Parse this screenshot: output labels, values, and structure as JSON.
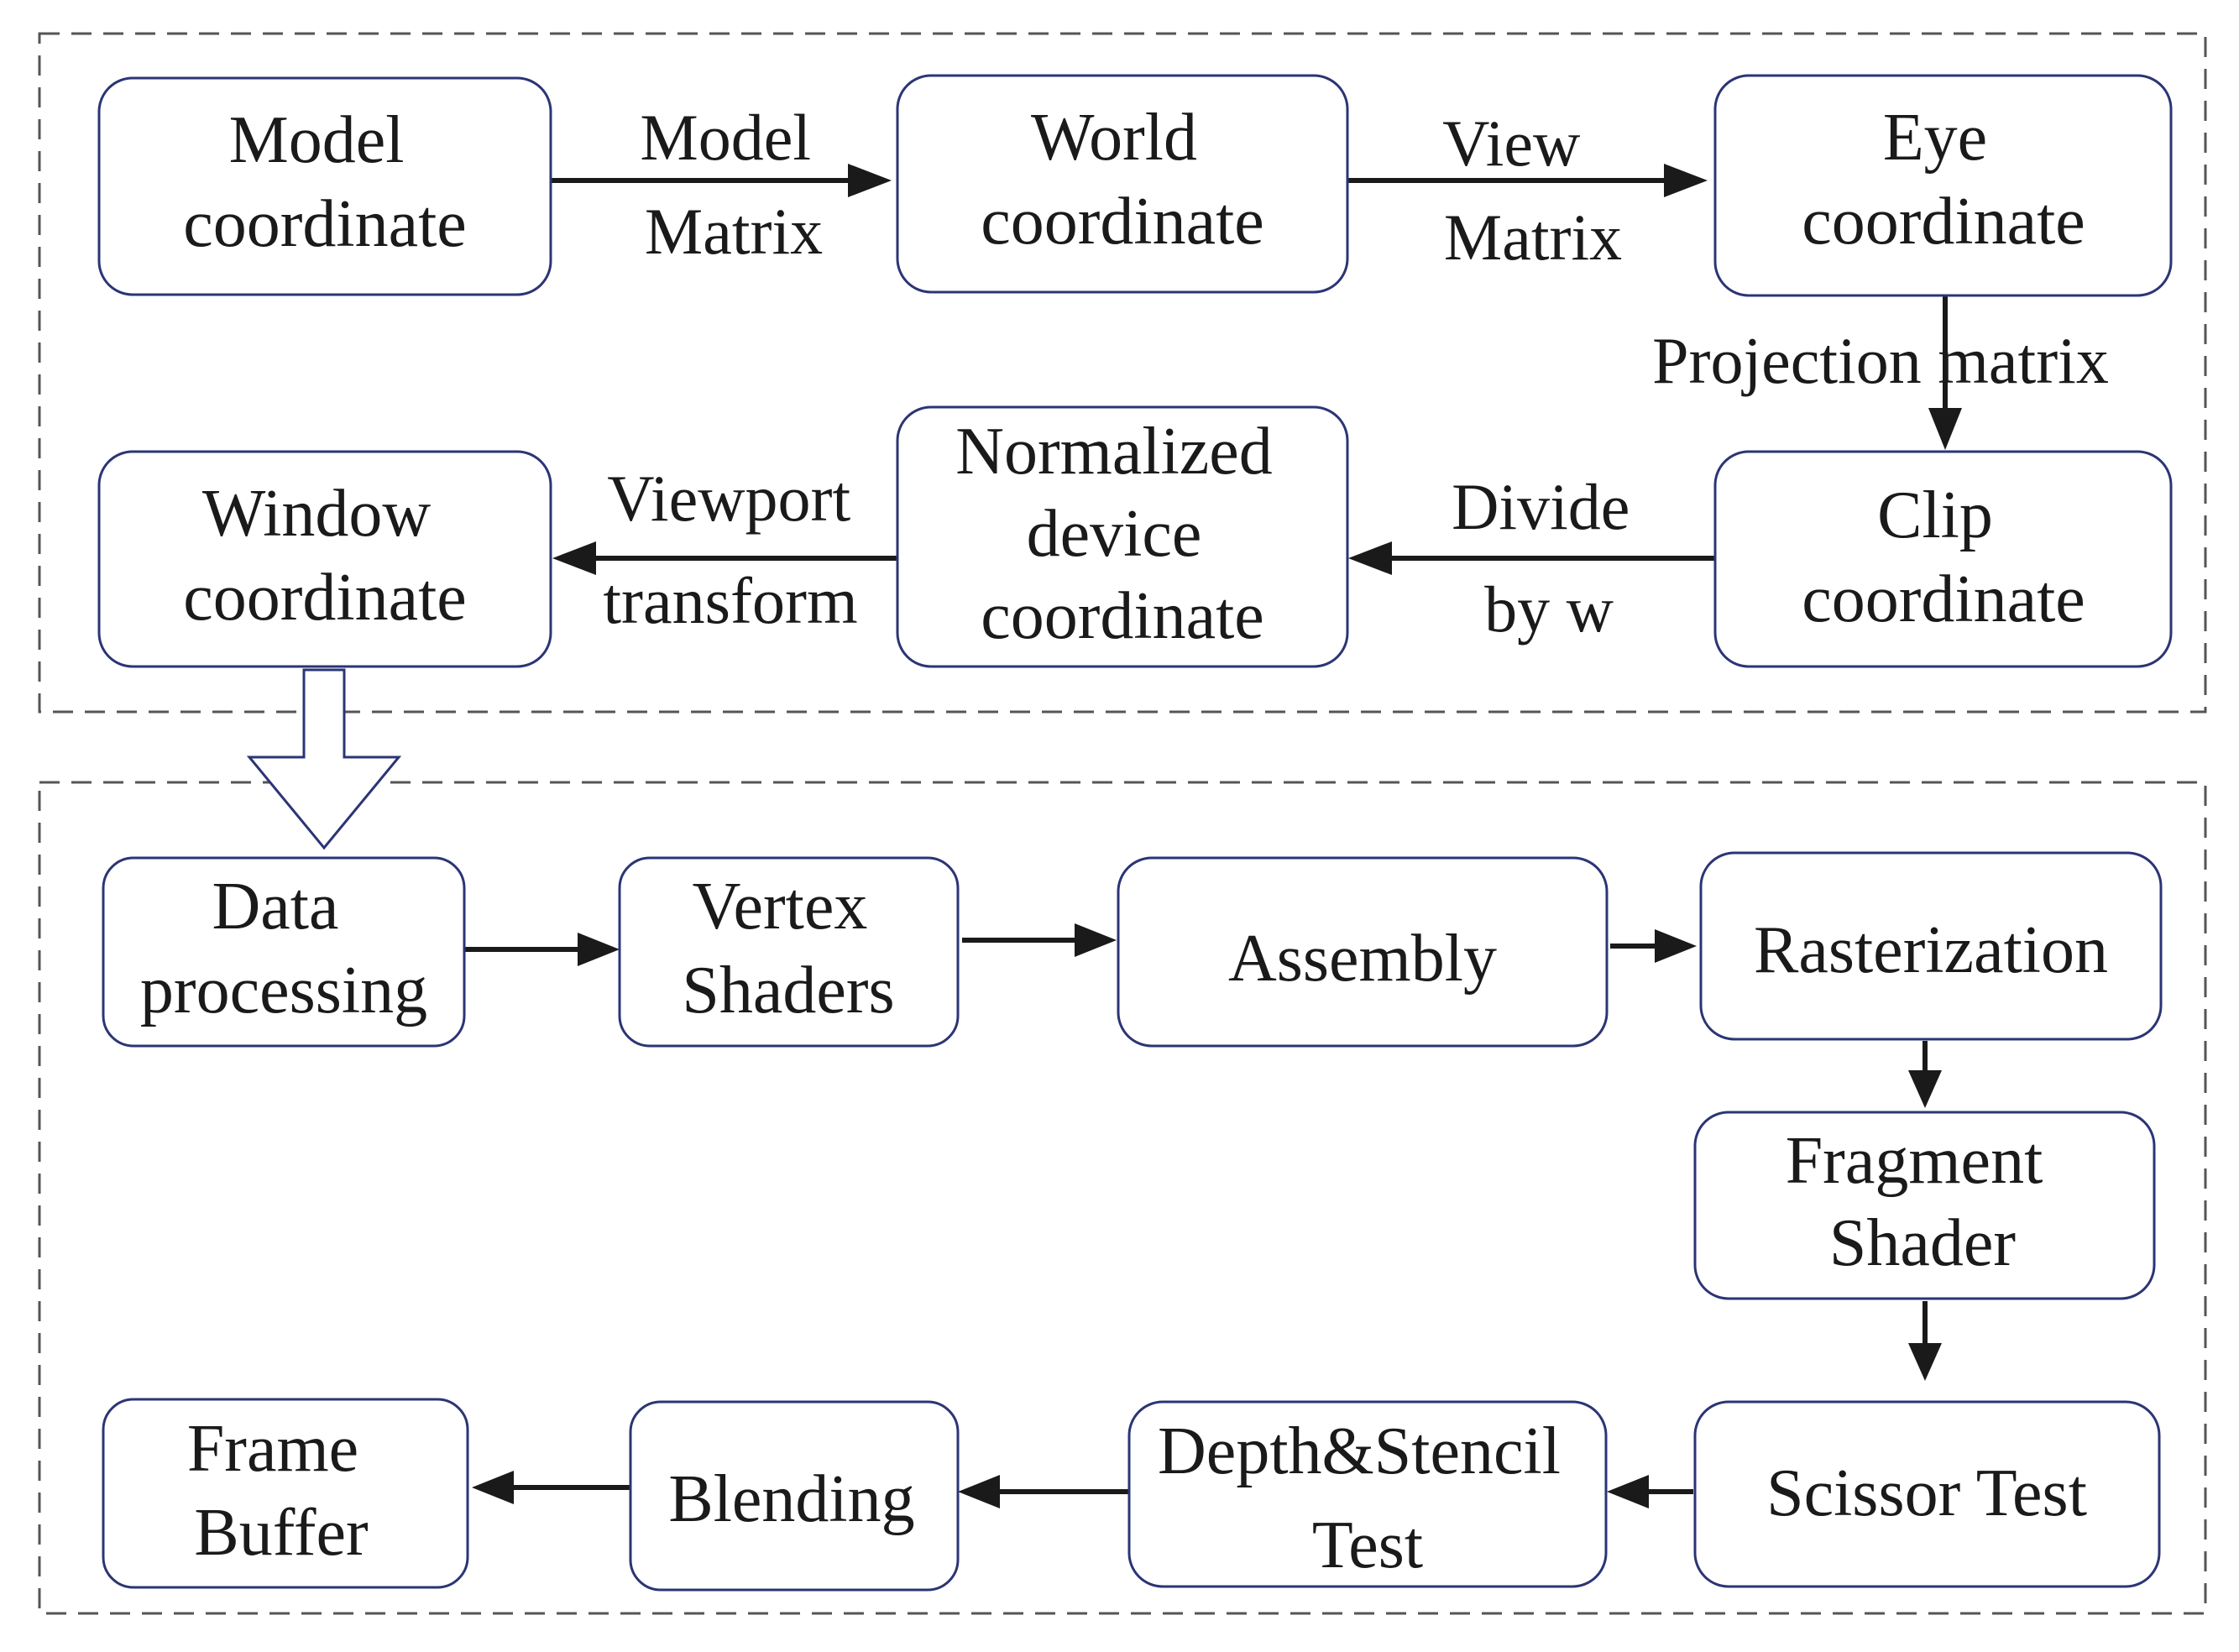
{
  "nodes": [
    {
      "id": "model-coordinate",
      "lines": [
        "Model",
        "coordinate"
      ]
    },
    {
      "id": "world-coordinate",
      "lines": [
        "World",
        "coordinate"
      ]
    },
    {
      "id": "eye-coordinate",
      "lines": [
        "Eye",
        "coordinate"
      ]
    },
    {
      "id": "clip-coordinate",
      "lines": [
        "Clip",
        "coordinate"
      ]
    },
    {
      "id": "normalized-device-coordinate",
      "lines": [
        "Normalized",
        "device",
        "coordinate"
      ]
    },
    {
      "id": "window-coordinate",
      "lines": [
        "Window",
        "coordinate"
      ]
    },
    {
      "id": "data-processing",
      "lines": [
        "Data",
        "processing"
      ]
    },
    {
      "id": "vertex-shaders",
      "lines": [
        "Vertex",
        "Shaders"
      ]
    },
    {
      "id": "assembly",
      "lines": [
        "Assembly"
      ]
    },
    {
      "id": "rasterization",
      "lines": [
        "Rasterization"
      ]
    },
    {
      "id": "fragment-shader",
      "lines": [
        "Fragment",
        "Shader"
      ]
    },
    {
      "id": "scissor-test",
      "lines": [
        "Scissor Test"
      ]
    },
    {
      "id": "depth-stencil-test",
      "lines": [
        "Depth&Stencil",
        "Test"
      ]
    },
    {
      "id": "blending",
      "lines": [
        "Blending"
      ]
    },
    {
      "id": "frame-buffer",
      "lines": [
        "Frame",
        "Buffer"
      ]
    }
  ],
  "edges": [
    {
      "id": "model-to-world",
      "from": "model-coordinate",
      "to": "world-coordinate",
      "label_lines": [
        "Model",
        "Matrix"
      ]
    },
    {
      "id": "world-to-eye",
      "from": "world-coordinate",
      "to": "eye-coordinate",
      "label_lines": [
        "View",
        "Matrix"
      ]
    },
    {
      "id": "eye-to-clip",
      "from": "eye-coordinate",
      "to": "clip-coordinate",
      "label_lines": [
        "Projection matrix"
      ]
    },
    {
      "id": "clip-to-ndc",
      "from": "clip-coordinate",
      "to": "normalized-device-coordinate",
      "label_lines": [
        "Divide",
        "by w"
      ]
    },
    {
      "id": "ndc-to-window",
      "from": "normalized-device-coordinate",
      "to": "window-coordinate",
      "label_lines": [
        "Viewport",
        "transform"
      ]
    },
    {
      "id": "window-to-pipeline",
      "from": "window-coordinate",
      "to": "data-processing",
      "label_lines": []
    },
    {
      "id": "data-to-vertex",
      "from": "data-processing",
      "to": "vertex-shaders",
      "label_lines": []
    },
    {
      "id": "vertex-to-assembly",
      "from": "vertex-shaders",
      "to": "assembly",
      "label_lines": []
    },
    {
      "id": "assembly-to-raster",
      "from": "assembly",
      "to": "rasterization",
      "label_lines": []
    },
    {
      "id": "raster-to-fragment",
      "from": "rasterization",
      "to": "fragment-shader",
      "label_lines": []
    },
    {
      "id": "fragment-to-scissor",
      "from": "fragment-shader",
      "to": "scissor-test",
      "label_lines": []
    },
    {
      "id": "scissor-to-depth",
      "from": "scissor-test",
      "to": "depth-stencil-test",
      "label_lines": []
    },
    {
      "id": "depth-to-blending",
      "from": "depth-stencil-test",
      "to": "blending",
      "label_lines": []
    },
    {
      "id": "blending-to-frame",
      "from": "blending",
      "to": "frame-buffer",
      "label_lines": []
    }
  ],
  "colors": {
    "node_border": "#2b3575",
    "arrow": "#1a1a1a",
    "frame_border": "#555555"
  }
}
